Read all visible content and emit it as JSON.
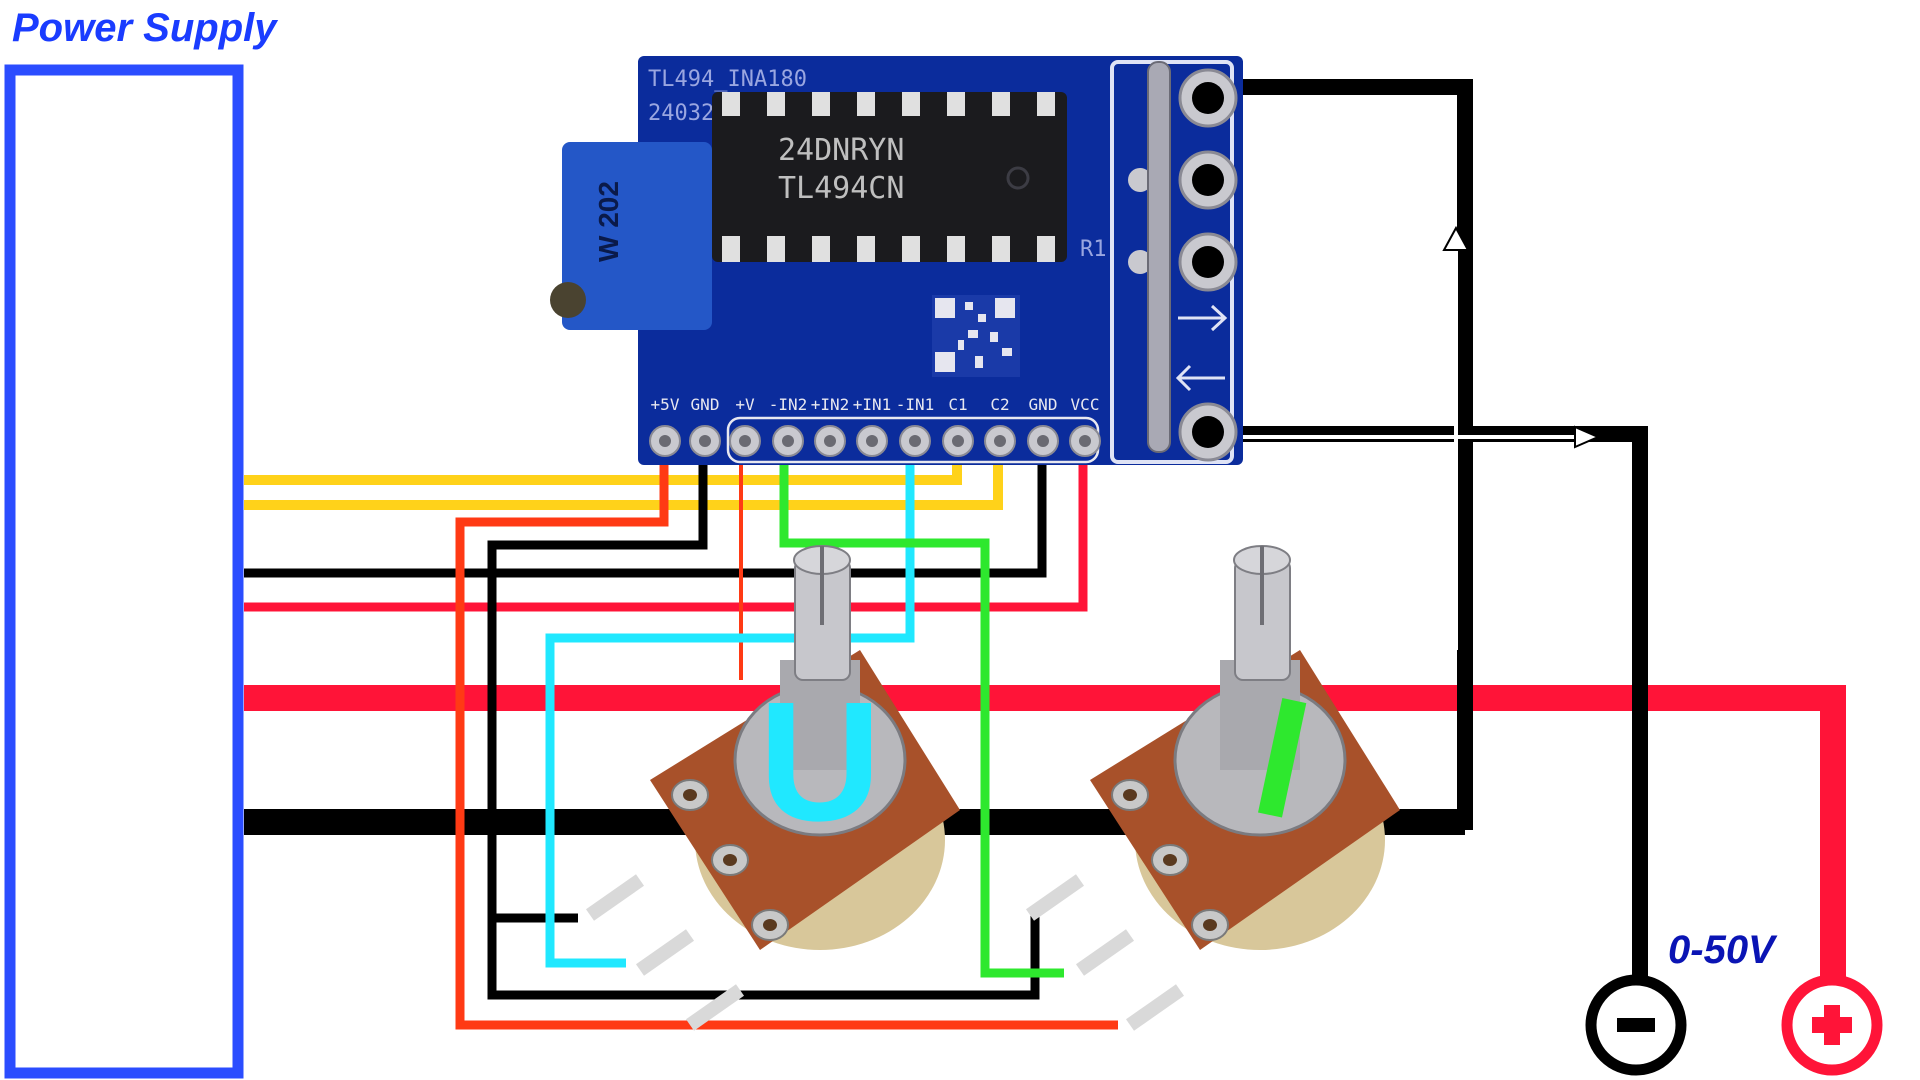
{
  "power_supply": {
    "label": "Power Supply"
  },
  "module": {
    "board_silk": [
      "TL494_INA180",
      "24032"
    ],
    "chip_code": "24DNRYN",
    "chip_name": "TL494CN",
    "trimmer_label": "W 202",
    "resistor_label": "R1",
    "pins": [
      "+5V",
      "GND",
      "+V",
      "-IN2",
      "+IN2",
      "+IN1",
      "-IN1",
      "C1",
      "C2",
      "GND",
      "VCC"
    ]
  },
  "pots": {
    "voltage": {
      "letter": "U"
    },
    "current": {
      "letter": "I"
    }
  },
  "output": {
    "label": "0-50V",
    "minus": "−",
    "plus": "+"
  },
  "colors": {
    "power_supply_outline": "#2b4dff",
    "title_blue": "#1a3cff",
    "label_navy": "#0a14b4",
    "board_blue": "#0b2c9c",
    "wire_red": "#ff1438",
    "wire_black": "#000000",
    "wire_yellow": "#ffd21a",
    "wire_cyan": "#20e8ff",
    "wire_green": "#2ee82e",
    "wire_orange_red": "#ff3a14",
    "pot_body": "#a8512a"
  }
}
